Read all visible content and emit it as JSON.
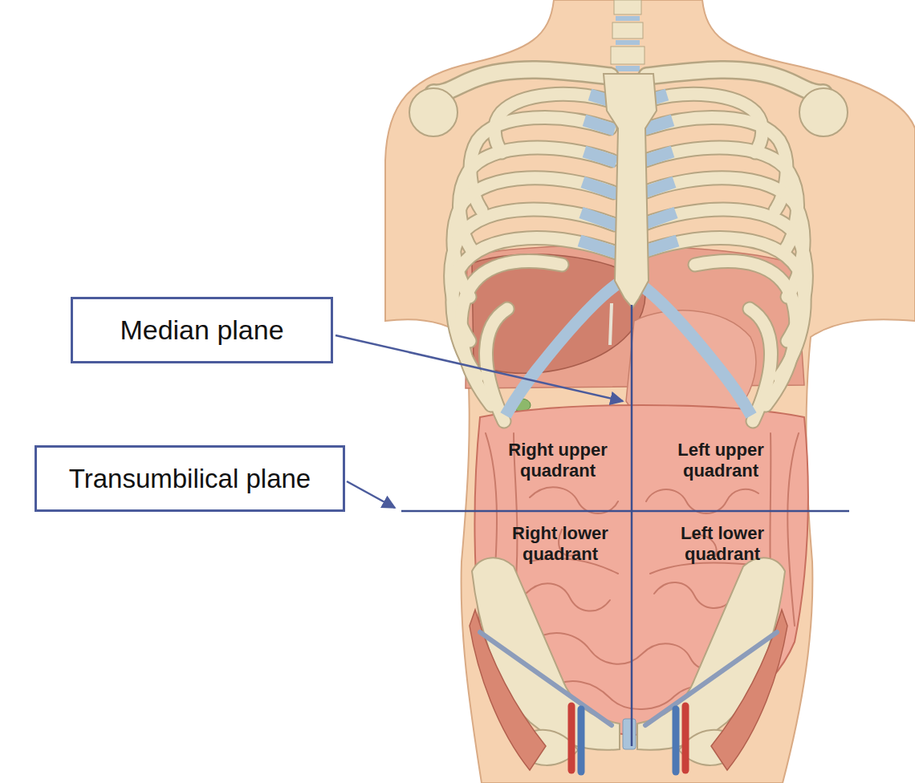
{
  "diagram": {
    "nodes": [
      {
        "text": [
          "Median plane"
        ]
      },
      {
        "text": [
          "Transumbilical plane"
        ]
      }
    ],
    "labels": [
      "Right upper quadrant",
      "Left upper quadrant",
      "Right lower quadrant",
      "Left lower quadrant"
    ]
  }
}
